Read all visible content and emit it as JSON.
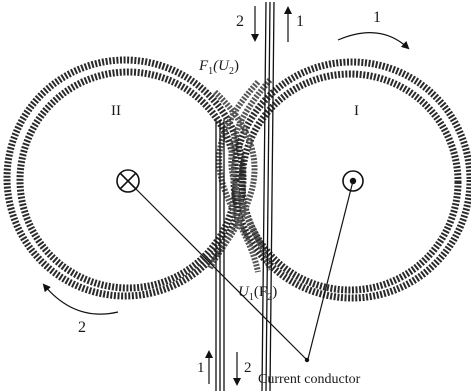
{
  "ring_labels": {
    "left": "II",
    "right": "I"
  },
  "flux_label_top": {
    "main": "F",
    "sub": "1",
    "paren": "(U",
    "paren_sub": "2",
    "close": ")"
  },
  "flux_label_bottom": {
    "main": "U",
    "sub": "1",
    "paren": "(F",
    "paren_sub": "2",
    "close": ")"
  },
  "arrow_labels": {
    "top_down": "2",
    "top_up": "1",
    "top_right_arc": "1",
    "bottom_up": "1",
    "bottom_down": "2",
    "bottom_left_arc": "2"
  },
  "caption": "Current conductor",
  "symbols": {
    "left_current": "current-into-page",
    "right_current": "current-out-of-page"
  }
}
